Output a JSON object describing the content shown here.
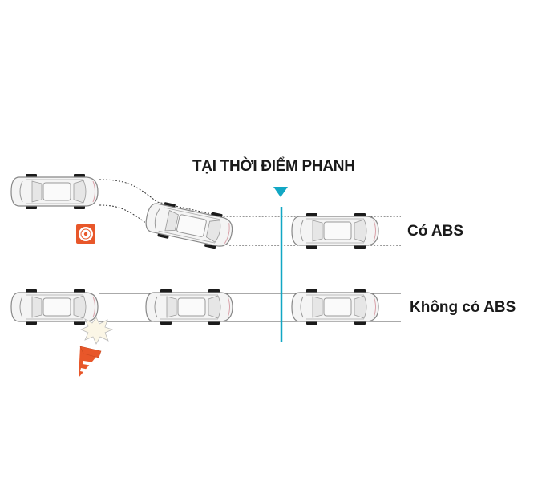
{
  "title": "TẠI THỜI ĐIỂM PHANH",
  "rows": [
    {
      "label": "Có ABS"
    },
    {
      "label": "Không có ABS"
    }
  ],
  "colors": {
    "marker": "#12a7c4",
    "cone": "#e8572a",
    "tire": "#1b1b1b"
  }
}
